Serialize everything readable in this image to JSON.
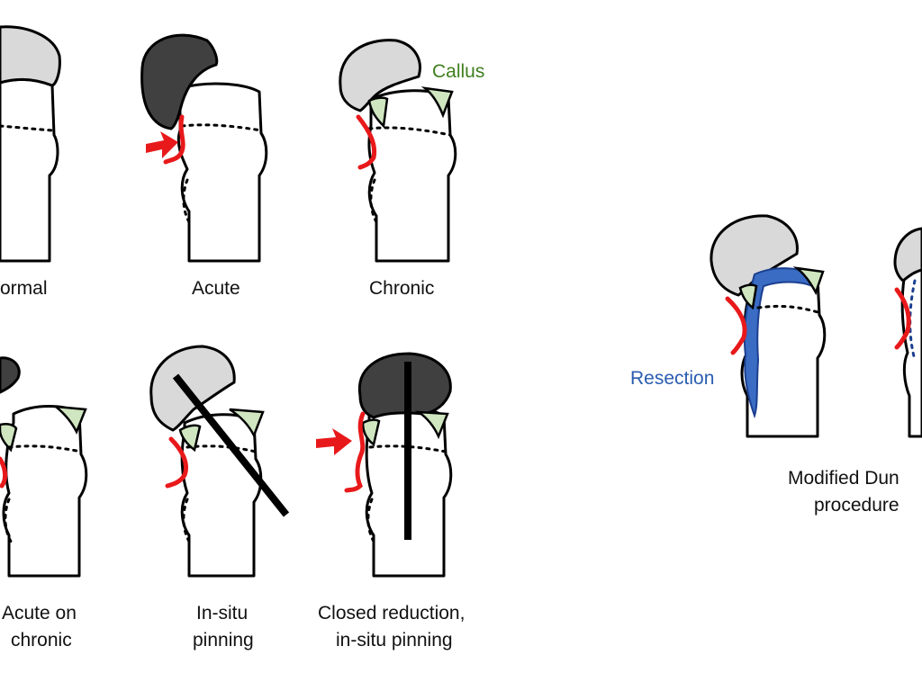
{
  "colors": {
    "bone_outline": "#000000",
    "femoral_head_normal": "#d9d9d9",
    "femoral_head_displaced": "#404040",
    "callus": "#cfe6c0",
    "callus_label": "#3f7f1f",
    "vessel": "#e8191b",
    "resection": "#3a6cc4",
    "resection_label": "#2a5db0"
  },
  "panels": {
    "normal": {
      "label": "ormal"
    },
    "acute": {
      "label": "Acute"
    },
    "chronic": {
      "label": "Chronic"
    },
    "acute_on_chronic": {
      "line1": "Acute on",
      "line2": "chronic"
    },
    "in_situ": {
      "line1": "In-situ",
      "line2": "pinning"
    },
    "closed_reduction": {
      "line1": "Closed reduction,",
      "line2": "in-situ pinning"
    },
    "modified_dunn": {
      "line1": "Modified Dun",
      "line2": "procedure"
    }
  },
  "annotations": {
    "callus": "Callus",
    "resection": "Resection"
  }
}
